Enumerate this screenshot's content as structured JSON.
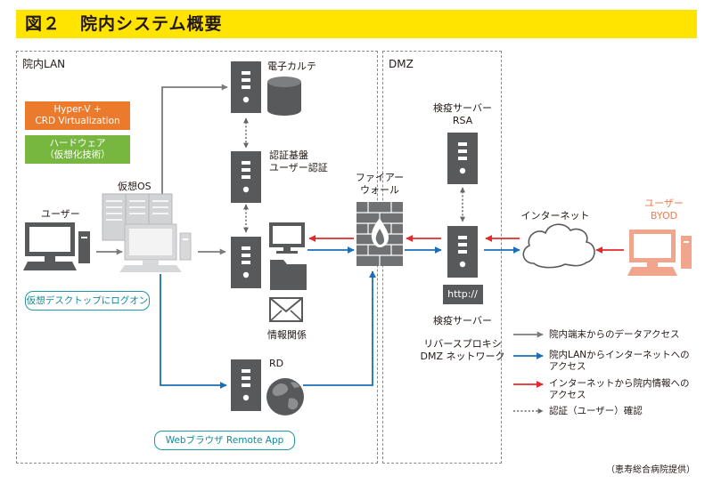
{
  "figure": {
    "number": "図２",
    "title": "院内システム概要"
  },
  "zones": {
    "lan": "院内LAN",
    "dmz": "DMZ"
  },
  "tags": {
    "hyperv": [
      "Hyper-V +",
      "CRD Virtualization"
    ],
    "hardware": [
      "ハードウェア",
      "（仮想化技術）"
    ]
  },
  "nodes": {
    "emr": "電子カルテ",
    "auth": [
      "認証基盤",
      "ユーザー認証"
    ],
    "virtual_os": "仮想OS",
    "user": "ユーザー",
    "info": "情報関係",
    "rd": "RD",
    "firewall": [
      "ファイアー",
      "ウォール"
    ],
    "quarantine_rsa": [
      "検疫サーバー",
      "RSA"
    ],
    "http_badge": "http://",
    "quarantine": "検疫サーバー",
    "reverse_proxy": [
      "リバースプロキシ",
      "DMZ ネットワーク"
    ],
    "internet": "インターネット",
    "byod": [
      "ユーザー",
      "BYOD"
    ]
  },
  "callouts": {
    "desktop_logon": "仮想デスクトップにログオン",
    "web_browser": "Webブラウザ Remote App"
  },
  "legend": [
    {
      "kind": "gray",
      "lines": [
        "院内端末からのデータアクセス"
      ]
    },
    {
      "kind": "blue",
      "lines": [
        "院内LANからインターネットへの",
        "アクセス"
      ]
    },
    {
      "kind": "red",
      "lines": [
        "インターネットから院内情報への",
        "アクセス"
      ]
    },
    {
      "kind": "dotted",
      "lines": [
        "認証（ユーザー）確認"
      ]
    }
  ],
  "credit": "（恵寿総合病院提供）",
  "colors": {
    "title_bg": "#ffe400",
    "gray_arrow": "#7b7b7b",
    "blue_arrow": "#1a6fb8",
    "red_arrow": "#e5292a",
    "server_dark": "#58595b",
    "byod_pink": "#f0a58c",
    "byod_text": "#ee7c52",
    "callout_teal": "#1f9aa3",
    "orange_tag": "#ec7a2c",
    "green_tag": "#78b73f"
  }
}
